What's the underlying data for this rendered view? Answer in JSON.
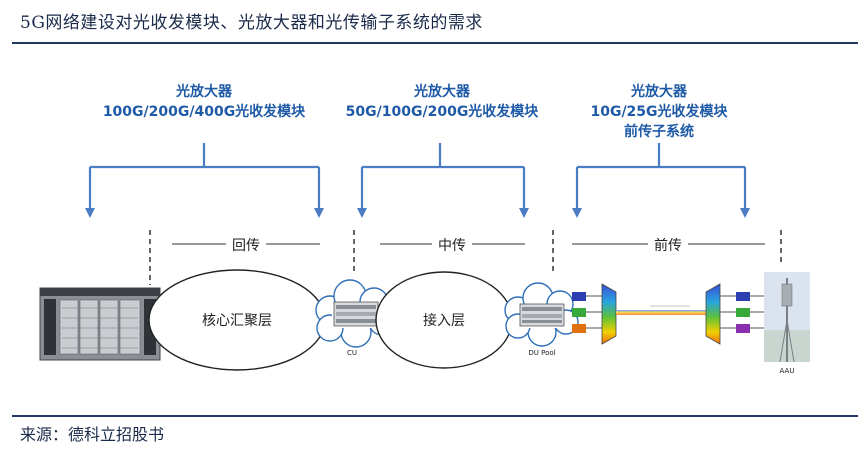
{
  "title": "5G网络建设对光收发模块、光放大器和光传输子系统的需求",
  "source": "来源：德科立招股书",
  "groups": [
    {
      "lines": [
        "光放大器",
        "100G/200G/400G光收发模块"
      ]
    },
    {
      "lines": [
        "光放大器",
        "50G/100G/200G光收发模块"
      ]
    },
    {
      "lines": [
        "光放大器",
        "10G/25G光收发模块",
        "前传子系统"
      ]
    }
  ],
  "segments": [
    "回传",
    "中传",
    "前传"
  ],
  "nodes": {
    "core_layer": "核心汇聚层",
    "access_layer": "接入层",
    "cu": "CU",
    "du_pool": "DU Pool",
    "aau": "AAU"
  }
}
